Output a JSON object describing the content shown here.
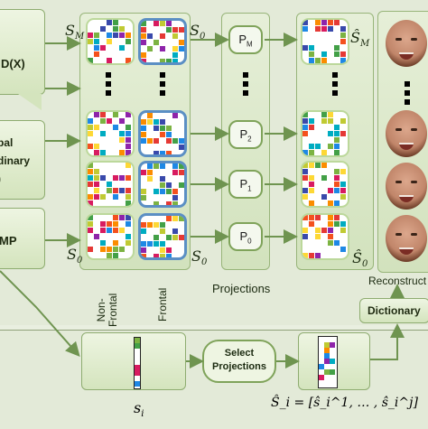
{
  "left_boxes": {
    "top": "D(X)",
    "middle": "bal\ndinary\n)",
    "bottom": "MP"
  },
  "column_labels": {
    "s_m_left": "S_M",
    "s_0_top": "S_0",
    "s_0_left_bottom": "S_0",
    "s_0_right_bottom": "S_0",
    "s_m_right": "Ŝ_M",
    "s_0_hat": "Ŝ_0"
  },
  "projections": {
    "items": [
      "P_M",
      "P_2",
      "P_1",
      "P_0"
    ],
    "label": "Projections"
  },
  "tile_columns": {
    "non_frontal": "Non-\nFrontal",
    "frontal": "Frontal"
  },
  "reconstruction_label": "Reconstruct",
  "dictionary_label": "Dictionary",
  "bottom": {
    "s_i": "s_i",
    "select_projections": "Select\nProjections",
    "s_i_hat": "Ŝ_i = [ŝ_i^1, … , ŝ_i^j]"
  },
  "colors": {
    "panel": "#d9e6c6",
    "border": "#8eac70",
    "arrow": "#6f9450",
    "blue_tile_border": "#5b8fc4"
  },
  "icons": [
    "ellipsis-dots-icon",
    "face-icon",
    "arrow-icon"
  ]
}
